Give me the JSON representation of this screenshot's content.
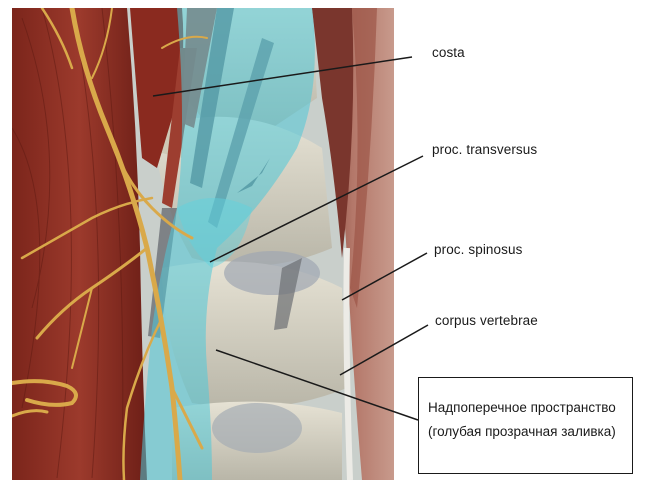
{
  "labels": {
    "costa": "costa",
    "proc_transversus": "proc. transversus",
    "proc_spinosus": "proc. spinosus",
    "corpus_vertebrae": "corpus vertebrae"
  },
  "callout": {
    "line1": "Надпоперечное пространство",
    "line2": "(голубая прозрачная заливка)"
  },
  "colors": {
    "muscle": "#8e2e22",
    "nerve": "#d9a94a",
    "fill": "#7fd3dc",
    "bone": "#d7d4c6"
  }
}
